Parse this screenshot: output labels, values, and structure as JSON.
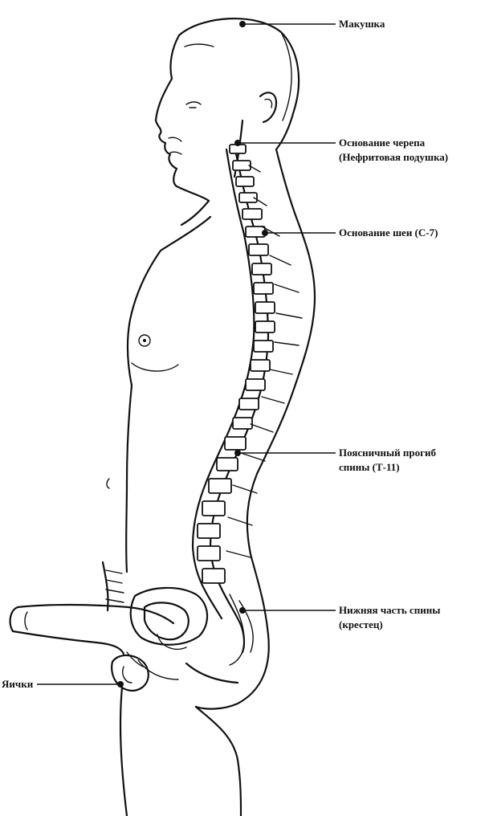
{
  "labels": {
    "crown": "Макушка",
    "skull_base_1": "Основание черепа",
    "skull_base_2": "(Нефритовая подушка)",
    "neck_base": "Основание шеи (С-7)",
    "lumbar_1": "Поясничный прогиб",
    "lumbar_2": "спины (Т-11)",
    "sacrum_1": "Нижняя часть спины",
    "sacrum_2": "(крестец)",
    "testes": "Яички"
  },
  "colors": {
    "ink": "#111111",
    "background": "#ffffff"
  }
}
